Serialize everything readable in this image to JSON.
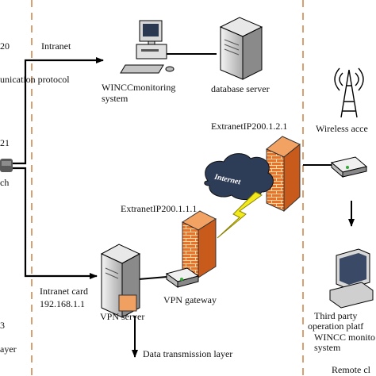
{
  "labels": {
    "ip_top_left": "20",
    "intranet": "Intranet",
    "comm_protocol": "unication protocol",
    "wincc_monitoring": "WINCCmonitoring",
    "system": "system",
    "database_server": "database server",
    "ip_mid_left": "21",
    "switch_partial": "ch",
    "extranet_ip_2": "ExtranetIP200.1.2.1",
    "wireless_access": "Wireless acce",
    "internet": "Internet",
    "extranet_ip_1": "ExtranetIP200.1.1.1",
    "intranet_card": "Intranet card",
    "intranet_card_ip": "192.168.1.1",
    "vpn_gateway": "VPN gateway",
    "vpn_server": "VPN server",
    "third_party_1": "Third party",
    "third_party_2": "operation platf",
    "third_party_3": "WINCC monito",
    "third_party_4": "system",
    "ip_bottom_left": "3",
    "layer_partial": "ayer",
    "data_transmission_layer": "Data transmission layer",
    "remote_partial": "Remote cl"
  },
  "colors": {
    "firewall_brick": "#e8732a",
    "firewall_mortar": "#ffd9a8",
    "cloud": "#2d3c57",
    "lightning": "#f2ea1c",
    "dashed_separator": "#d8a070",
    "arrow": "#000000"
  }
}
